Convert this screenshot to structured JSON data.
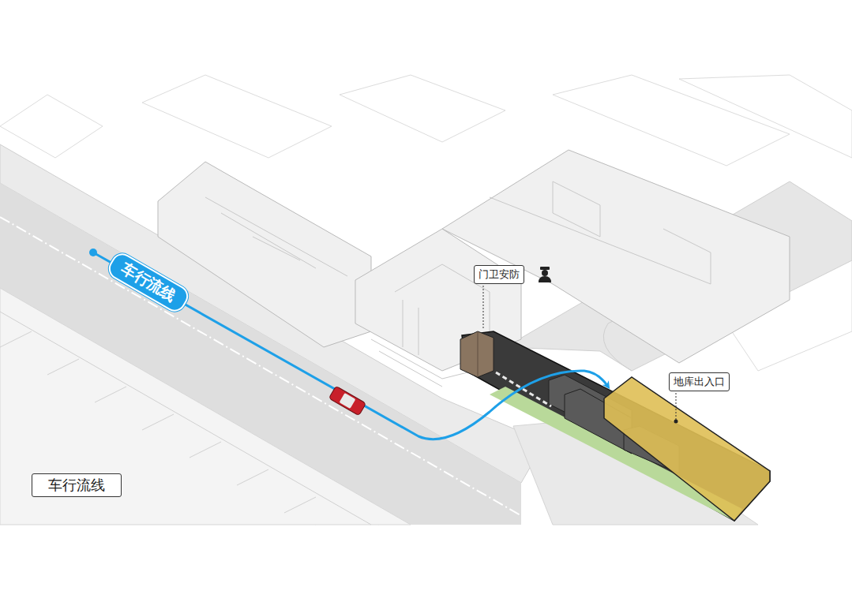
{
  "diagram": {
    "nodes": [
      {
        "text": [
          "车行流线"
        ]
      },
      {
        "text": [
          "门卫安防"
        ]
      },
      {
        "text": [
          "地库出入口"
        ]
      },
      {
        "text": [
          "车行流线"
        ]
      }
    ]
  }
}
